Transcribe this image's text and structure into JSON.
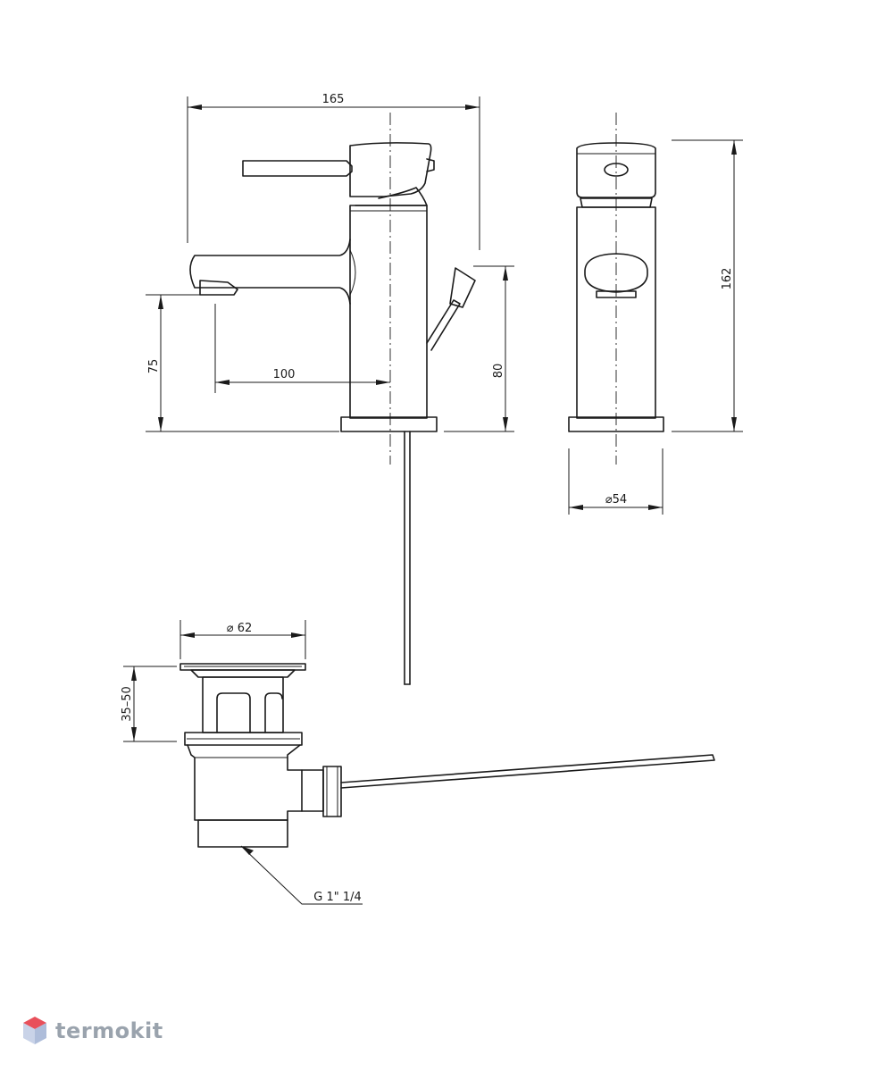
{
  "dimensions": {
    "width_165": "165",
    "height_162": "162",
    "spout_height_75": "75",
    "reach_100": "100",
    "height_80": "80",
    "base_diameter": "⌀54",
    "drain_diameter": "⌀ 62",
    "drain_height": "35–50",
    "thread": "G 1\" 1/4"
  },
  "brand": {
    "name": "termokit",
    "icon": "hexagon-cube-icon",
    "color": "#9aa3ad",
    "accent": "#e8505b"
  }
}
